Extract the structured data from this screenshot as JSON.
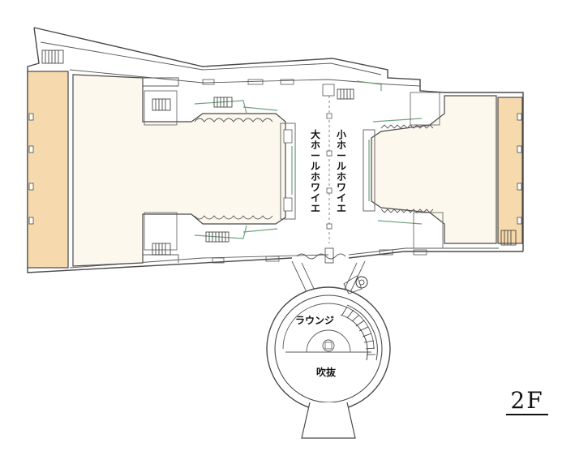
{
  "colors": {
    "hall_fill": "#fdf8ee",
    "side_room_fill": "#f6d9ac",
    "wall": "#4a4a4a",
    "green_line": "#6fa37a"
  },
  "labels": {
    "large_hall_foyer": "大ホールホワイエ",
    "small_hall_foyer": "小ホールホワイエ",
    "lounge": "ラウンジ",
    "atrium": "吹抜"
  },
  "floor": "2F"
}
